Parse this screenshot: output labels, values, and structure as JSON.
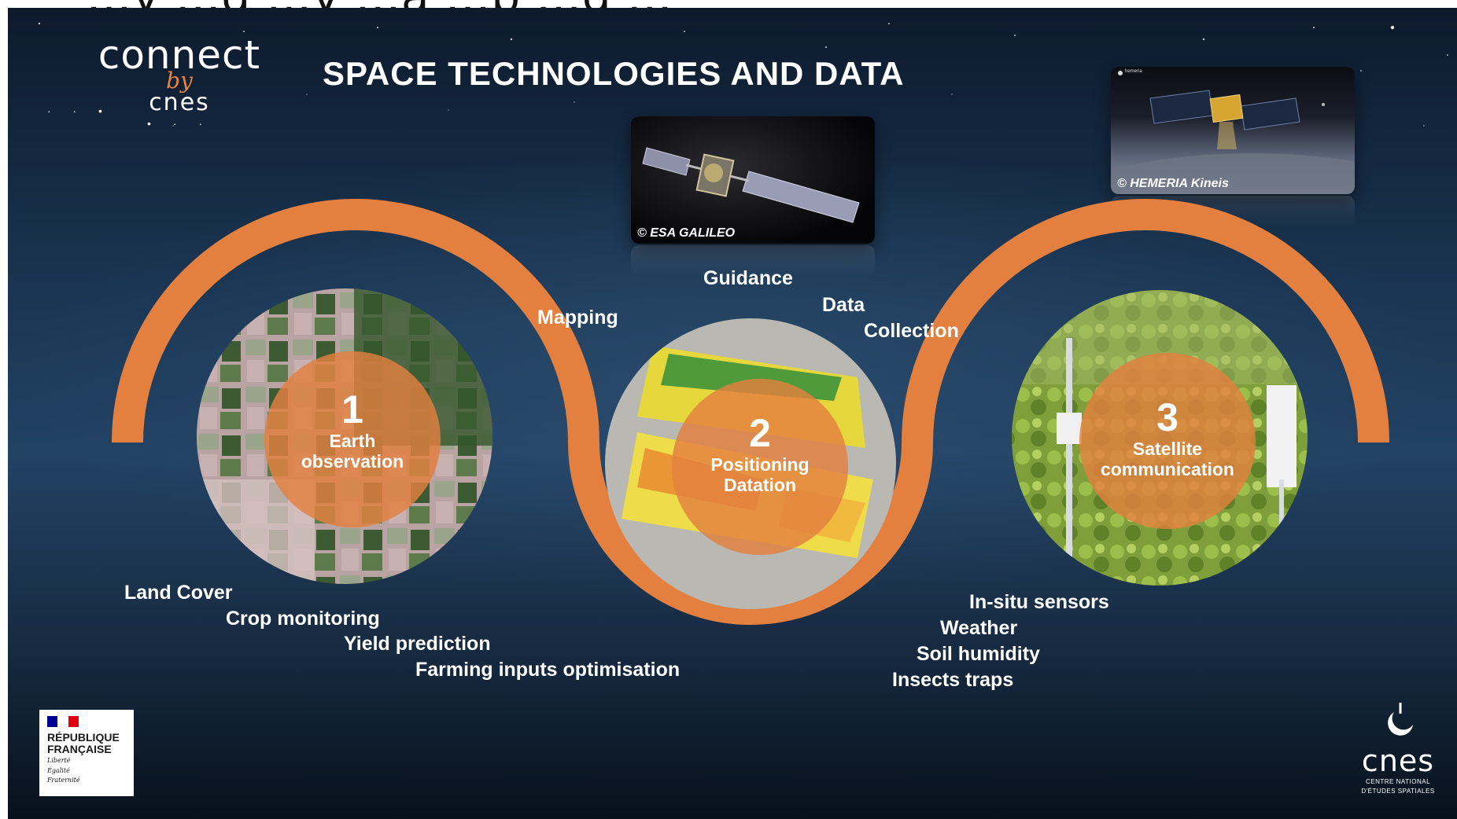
{
  "top_strip": {
    "text": "...y ...d ...y ...a ...p ...g ..."
  },
  "logo": {
    "word": "connect",
    "by": "by",
    "cnes": "cnes"
  },
  "title": "SPACE TECHNOLOGIES AND DATA",
  "photos": {
    "galileo": {
      "caption": "© ESA GALILEO"
    },
    "kineis": {
      "caption": "© HEMERIA Kineis",
      "brand": "hemeria"
    }
  },
  "circles": [
    {
      "number": "1",
      "line1": "Earth",
      "line2": "observation"
    },
    {
      "number": "2",
      "line1": "Positioning",
      "line2": "Datation"
    },
    {
      "number": "3",
      "line1": "Satellite",
      "line2": "communication"
    }
  ],
  "labels": {
    "mapping": "Mapping",
    "guidance": "Guidance",
    "data": "Data",
    "collection": "Collection",
    "land_cover": "Land Cover",
    "crop_monitoring": "Crop monitoring",
    "yield_prediction": "Yield prediction",
    "farming_inputs": "Farming inputs optimisation",
    "in_situ": "In-situ sensors",
    "weather": "Weather",
    "soil_humidity": "Soil humidity",
    "insects_traps": "Insects traps"
  },
  "republique": {
    "line1": "RÉPUBLIQUE",
    "line2": "FRANÇAISE",
    "motto1": "Liberté",
    "motto2": "Égalité",
    "motto3": "Fraternité"
  },
  "cnes_logo": {
    "word": "cnes",
    "sub1": "CENTRE NATIONAL",
    "sub2": "D'ÉTUDES SPATIALES"
  },
  "colors": {
    "accent_orange": "#e3803f",
    "background_dark": "#0d1a2c",
    "text": "#ffffff"
  }
}
